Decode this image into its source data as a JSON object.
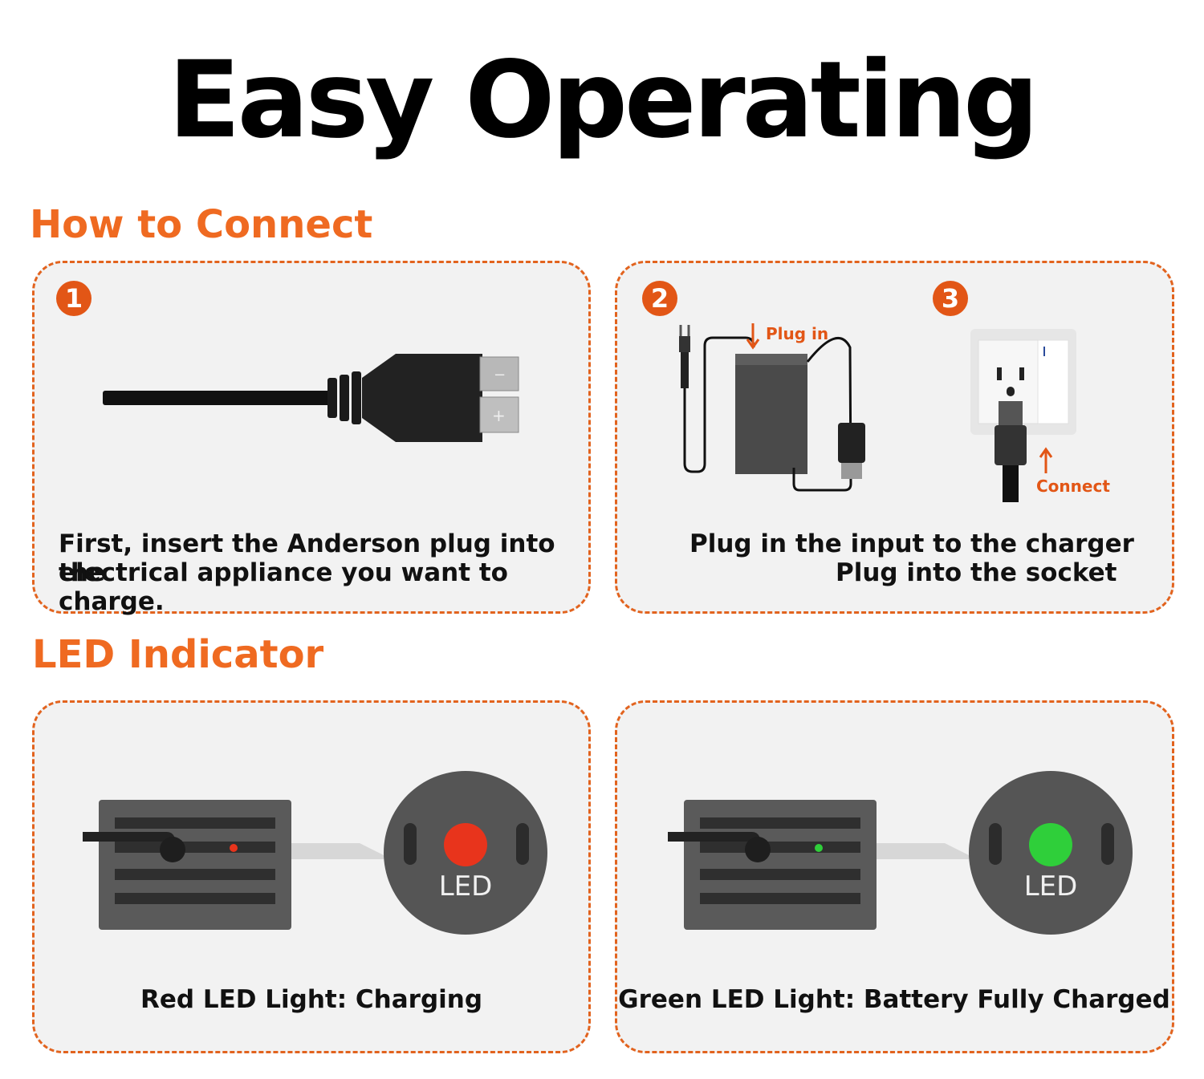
{
  "title": "Easy Operating",
  "sections": {
    "connect": "How to Connect",
    "led": "LED Indicator"
  },
  "steps": {
    "step1": {
      "badge": "1",
      "line1": "First, insert the Anderson plug into the",
      "line2": "electrical appliance you want to charge."
    },
    "step2": {
      "badge": "2",
      "plug_in_label": "Plug in"
    },
    "step3": {
      "badge": "3",
      "connect_label": "Connect"
    },
    "step23_caption": {
      "line1": "Plug in the input to the charger",
      "line2": "Plug into the socket"
    }
  },
  "led": {
    "red": {
      "badge_text": "LED",
      "caption": "Red LED Light: Charging",
      "color": "#e8341c"
    },
    "green": {
      "badge_text": "LED",
      "caption": "Green LED Light: Battery Fully Charged",
      "color": "#2fcf3a"
    }
  },
  "colors": {
    "accent": "#ef6a21",
    "dashed_border": "#e2631e"
  }
}
